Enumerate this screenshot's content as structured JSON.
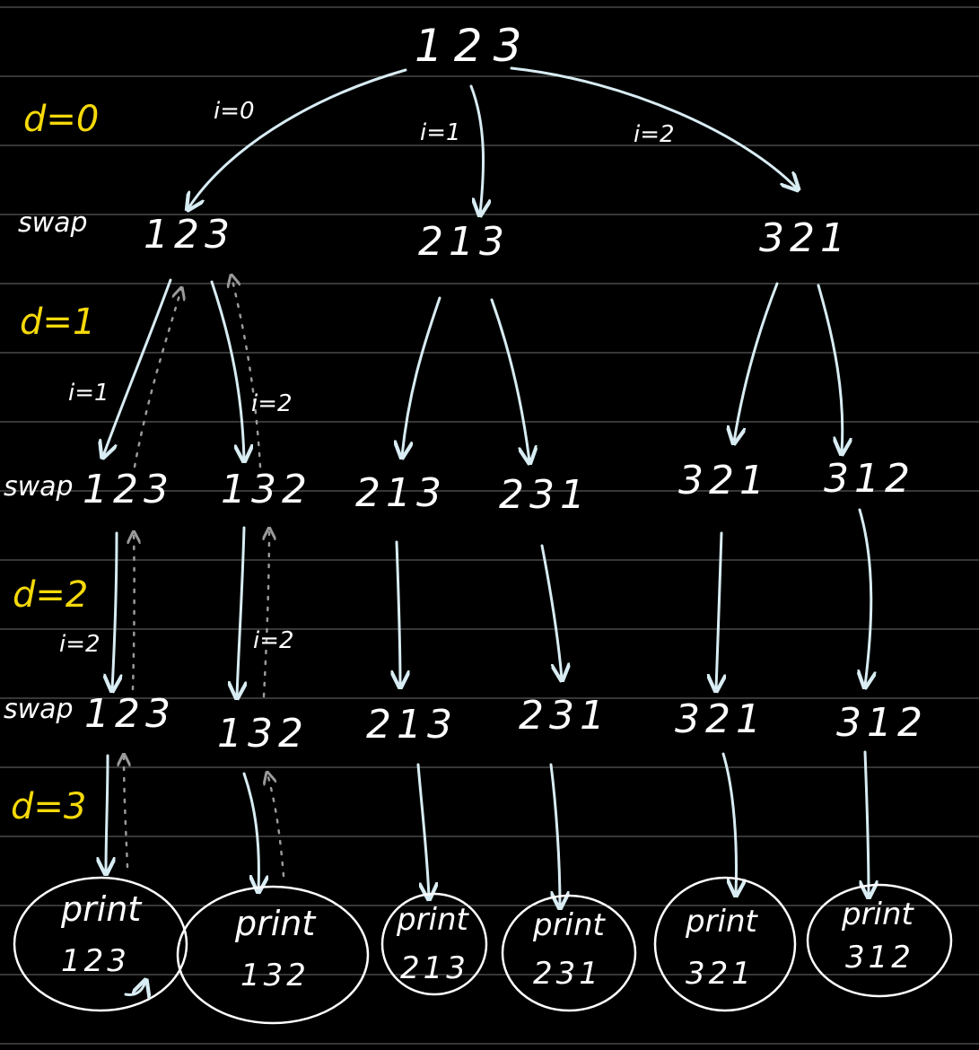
{
  "root": "123",
  "depth_labels": [
    "d=0",
    "d=1",
    "d=2",
    "d=3"
  ],
  "swap_label": "swap",
  "level1": {
    "nodes": [
      "123",
      "213",
      "321"
    ],
    "edge_labels": [
      "i=0",
      "i=1",
      "i=2"
    ]
  },
  "level2": {
    "nodes": [
      "123",
      "132",
      "213",
      "231",
      "321",
      "312"
    ],
    "edge_labels": [
      "i=1",
      "i=2"
    ]
  },
  "level3": {
    "nodes": [
      "123",
      "132",
      "213",
      "231",
      "321",
      "312"
    ],
    "edge_labels": [
      "i=2",
      "i=2"
    ]
  },
  "leaves": [
    {
      "label": "print",
      "value": "123"
    },
    {
      "label": "print",
      "value": "132"
    },
    {
      "label": "print",
      "value": "213"
    },
    {
      "label": "print",
      "value": "231"
    },
    {
      "label": "print",
      "value": "321"
    },
    {
      "label": "print",
      "value": "312"
    }
  ],
  "colors": {
    "background": "#000000",
    "ink": "#ffffff",
    "arrow": "#d8ecf3",
    "depth_label": "#f5d90a",
    "ruled_line": "#6e6e6e",
    "backtrack": "#9a9a9a"
  }
}
